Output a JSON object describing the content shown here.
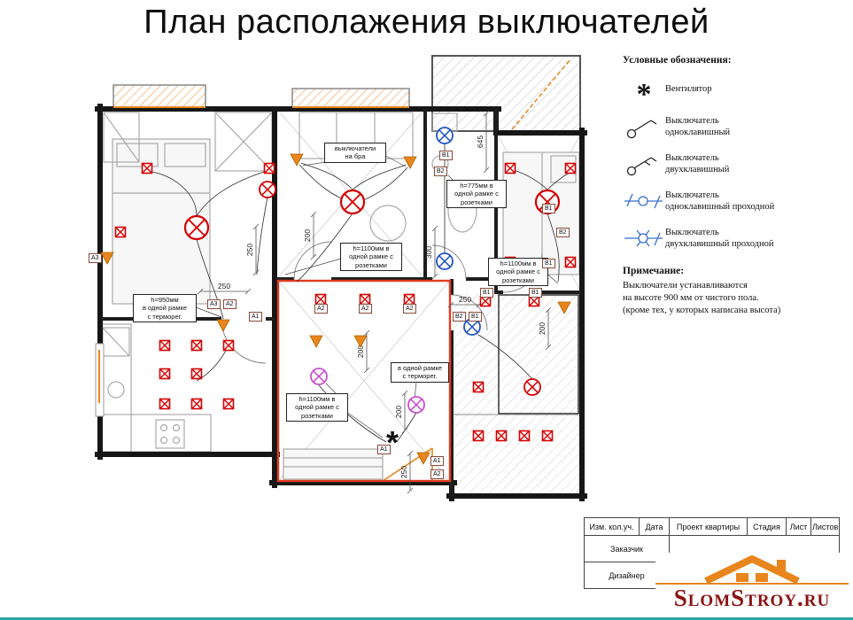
{
  "title": "План располажения выключателей",
  "symbols": {
    "fan_glyph": "*"
  },
  "legend": {
    "heading": "Условные обозначения:",
    "items": [
      {
        "label": "Вентилятор"
      },
      {
        "label": "Выключатель\nодноклавишный"
      },
      {
        "label": "Выключатель\nдвухклавишный"
      },
      {
        "label": "Выключатель\nодноклавишный проходной"
      },
      {
        "label": "Выключатель\nдвухклавишный проходной"
      }
    ]
  },
  "note": {
    "heading": "Примечание:",
    "text": "Выключатели устанавливаются\nна высоте 900 мм от чистого пола.\n(кроме тех, у которых написана высота)"
  },
  "plan": {
    "annotations": [
      "выключатели\nна бра",
      "h=775мм в\nодной рамке с\nрозетками",
      "h=1100мм в\nодной рамке с\nрозетками",
      "h=950мм\nв одной рамке\nс терморег.",
      "h=1100мм в\nодной рамке с\nрозетками",
      "в одной рамке\nс терморег.",
      "h=1100мм в\nодной рамке с\nрозетками"
    ],
    "tags": [
      "A3",
      "A3",
      "A2",
      "A1",
      "A2",
      "A2",
      "A2",
      "B1",
      "B2",
      "B1",
      "B2",
      "B1",
      "B2",
      "B1",
      "B1",
      "B1",
      "A1",
      "A1",
      "A2"
    ],
    "dims": [
      "250",
      "250",
      "200",
      "645",
      "300",
      "250",
      "200",
      "200",
      "200",
      "250"
    ]
  },
  "titleblock": {
    "c1": "Изм. кол.уч.",
    "c2": "Дата",
    "c3": "Проект квартиры",
    "c4": "Стадия",
    "c5": "Лист",
    "c6": "Листов",
    "r2": "Заказчик",
    "r3": "Дизайнер"
  },
  "logo": {
    "text": "SlomStroy.ru"
  },
  "colors": {
    "red": "#d40000",
    "orange": "#e8851c",
    "blue": "#2255c4",
    "magenta": "#c94fd0",
    "logo_text": "#8a1212",
    "teal": "#2fa3a8"
  }
}
